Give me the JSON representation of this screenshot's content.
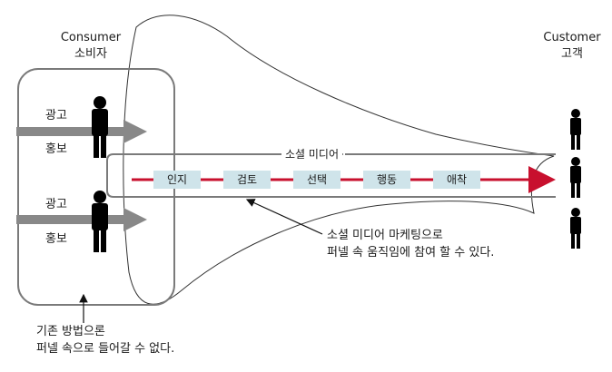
{
  "consumer": {
    "title_en": "Consumer",
    "title_ko": "소비자"
  },
  "customer": {
    "title_en": "Customer",
    "title_ko": "고객"
  },
  "consumer_rows": [
    {
      "top_label": "광고",
      "bottom_label": "홍보"
    },
    {
      "top_label": "광고",
      "bottom_label": "홍보"
    }
  ],
  "social_media_label": "소셜 미디어",
  "funnel_stages": [
    "인지",
    "검토",
    "선택",
    "행동",
    "애착"
  ],
  "annotations": {
    "social_marketing": [
      "소셜 미디어 마케팅으로",
      "퍼넬 속 움직임에 참여 할 수 있다."
    ],
    "traditional": [
      "기존 방법으론",
      "퍼넬 속으로 들어갈 수 없다."
    ]
  },
  "colors": {
    "arrow_red": "#c8102e",
    "stage_fill": "#cfe4ea",
    "gray_arrow": "#888888",
    "outline": "#7a7a7a"
  }
}
